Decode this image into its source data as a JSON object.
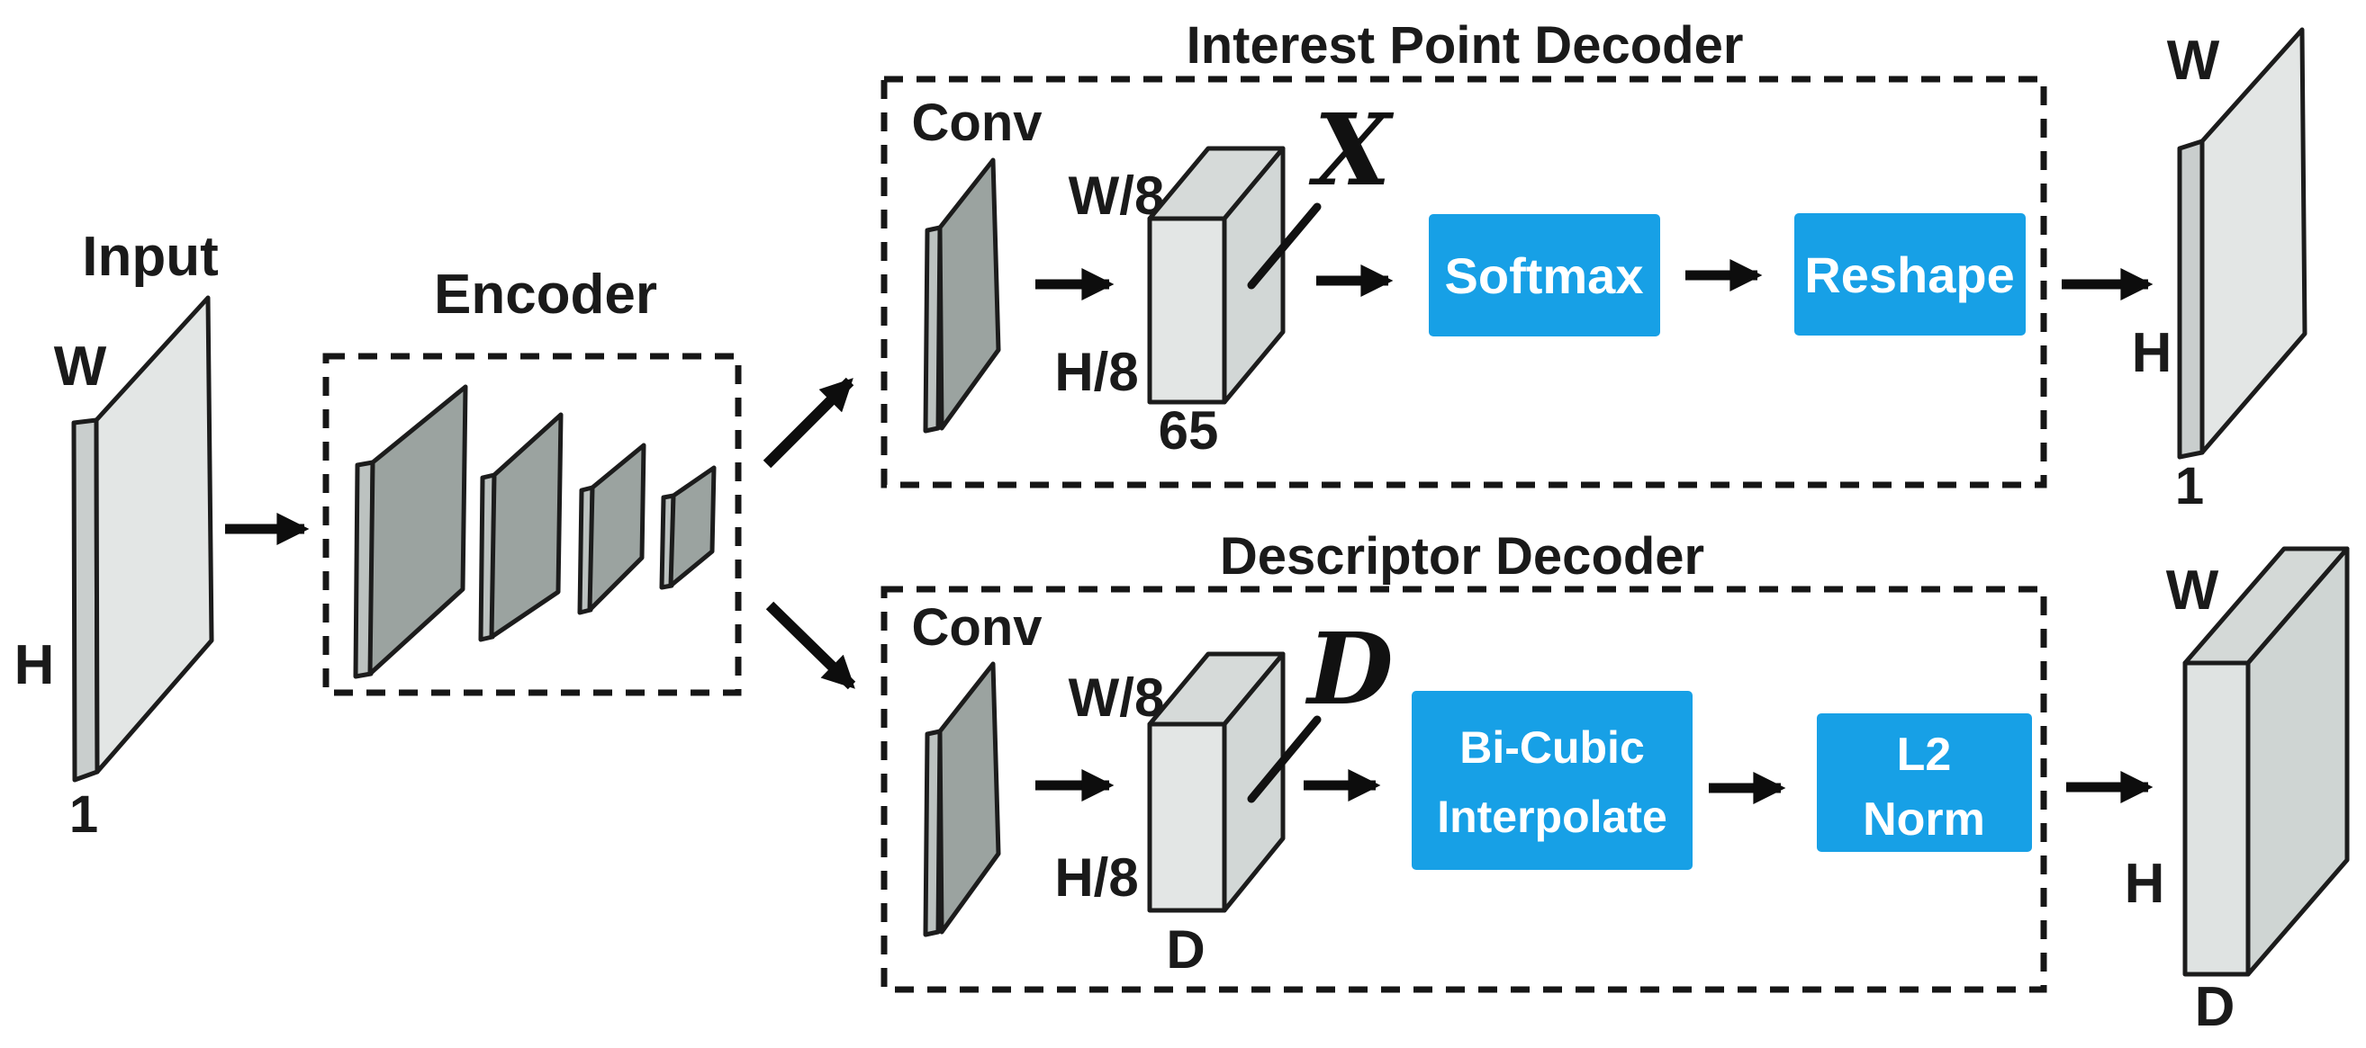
{
  "figure": {
    "background": "#ffffff",
    "palette": {
      "accent_blue": "#17a0e6",
      "ink": "#1a1a1a",
      "plane_face_dark": "#9ba3a0",
      "plane_side_dark": "#bcc2c0",
      "plane_face_light": "#e3e6e5",
      "plane_side_light": "#c9cecd",
      "box_top_light": "#d6dad9",
      "box_side_light": "#d2d7d6"
    },
    "input": {
      "title": "Input",
      "width_label": "W",
      "height_label": "H",
      "depth_label": "1"
    },
    "encoder": {
      "title": "Encoder"
    },
    "interest_point_decoder": {
      "title": "Interest Point Decoder",
      "conv_label": "Conv",
      "tensor": {
        "width_label": "W/8",
        "height_label": "H/8",
        "depth_label": "65",
        "symbol": "X"
      },
      "ops": [
        {
          "label": "Softmax"
        },
        {
          "label": "Reshape"
        }
      ],
      "output": {
        "width_label": "W",
        "height_label": "H",
        "depth_label": "1"
      }
    },
    "descriptor_decoder": {
      "title": "Descriptor Decoder",
      "conv_label": "Conv",
      "tensor": {
        "width_label": "W/8",
        "height_label": "H/8",
        "depth_label": "D",
        "symbol": "D"
      },
      "ops": [
        {
          "lines": [
            "Bi-Cubic",
            "Interpolate"
          ]
        },
        {
          "lines": [
            "L2",
            "Norm"
          ]
        }
      ],
      "output": {
        "width_label": "W",
        "height_label": "H",
        "depth_label": "D"
      }
    }
  }
}
